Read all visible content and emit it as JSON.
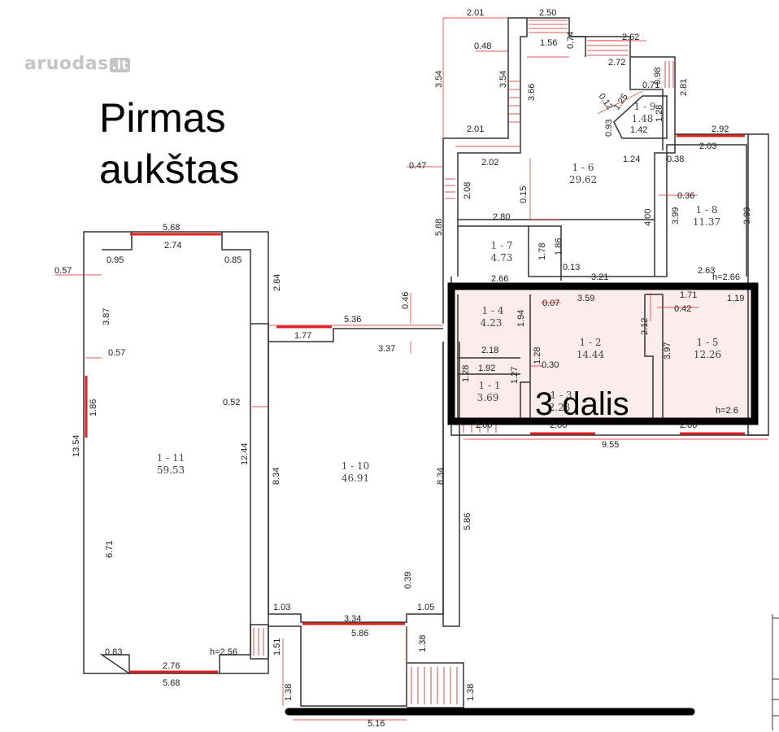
{
  "logo": {
    "name": "aruodas",
    "tld": ".lt"
  },
  "title": {
    "line1": "Pirmas",
    "line2": "aukštas"
  },
  "section_label": "3 dalis",
  "colors": {
    "wall": "#333333",
    "dimension": "#e02020",
    "highlight": "#fdecec",
    "frame": "#000000"
  },
  "rooms": [
    {
      "id": "1 - 11",
      "area": "59.53"
    },
    {
      "id": "1 - 10",
      "area": "46.91"
    },
    {
      "id": "1 - 6",
      "area": "29.62"
    },
    {
      "id": "1 - 8",
      "area": "11.37"
    },
    {
      "id": "1 - 7",
      "area": "4.73"
    },
    {
      "id": "1 - 9",
      "area": "1.48"
    },
    {
      "id": "1 - 4",
      "area": "4.23"
    },
    {
      "id": "1 - 2",
      "area": "14.44"
    },
    {
      "id": "1 - 5",
      "area": "12.26"
    },
    {
      "id": "1 - 1",
      "area": "3.69"
    },
    {
      "id": "1 - 3",
      "area": "2.23"
    }
  ],
  "dims": [
    "2.01",
    "2.50",
    "0.48",
    "1.56",
    "0.74",
    "2.62",
    "2.72",
    "3.54",
    "3.54",
    "3.66",
    "0.98",
    "0.71",
    "2.81",
    "0.12",
    "1.25",
    "1.28",
    "1.42",
    "0.93",
    "2.01",
    "2.92",
    "2.03",
    "1.24",
    "0.38",
    "0.47",
    "2.02",
    "2.08",
    "0.15",
    "0.36",
    "5.88",
    "2.80",
    "4.00",
    "3.99",
    "3.99",
    "1.78",
    "1.86",
    "0.13",
    "3.21",
    "2.63",
    "h=2.66",
    "2.66",
    "3.59",
    "1.71",
    "1.19",
    "0.07",
    "0.42",
    "1.94",
    "2.12",
    "2.18",
    "1.28",
    "0.30",
    "3.97",
    "1.92",
    "1.28",
    "1.27",
    "1.66",
    "2.06",
    "2.00",
    "h=2.6",
    "9.55",
    "5.68",
    "2.74",
    "0.95",
    "0.85",
    "0.57",
    "2.84",
    "3.87",
    "5.36",
    "0.46",
    "1.77",
    "3.37",
    "0.57",
    "1.86",
    "0.52",
    "13.54",
    "12.44",
    "8.34",
    "8.34",
    "5.86",
    "6.71",
    "0.39",
    "1.03",
    "1.05",
    "3.34",
    "5.86",
    "1.38",
    "1.51",
    "0.83",
    "2.76",
    "h=2.56",
    "5.68",
    "1.38",
    "1.38",
    "5.16"
  ]
}
